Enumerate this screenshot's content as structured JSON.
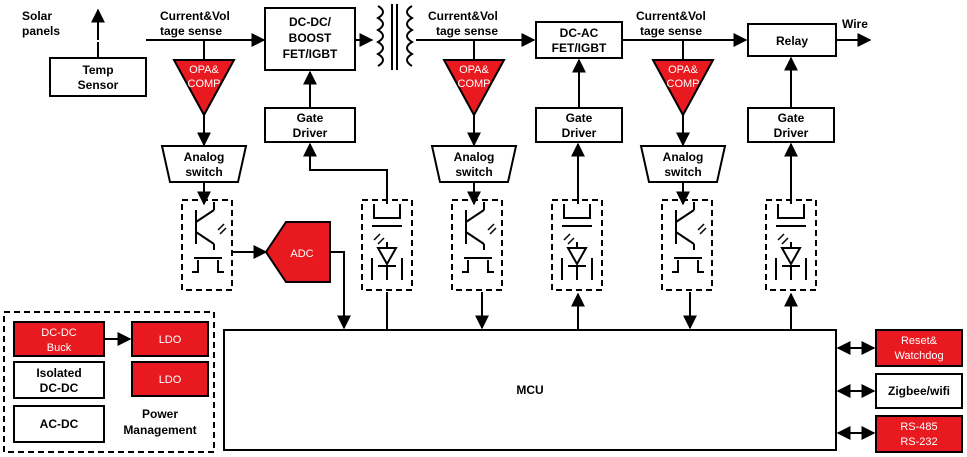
{
  "labels": {
    "solar_panels": [
      "Solar",
      "panels"
    ],
    "temp_sensor": [
      "Temp",
      "Sensor"
    ],
    "sense1": [
      "Current&Vol",
      "tage sense"
    ],
    "sense2": [
      "Current&Vol",
      "tage sense"
    ],
    "sense3": [
      "Current&Vol",
      "tage sense"
    ],
    "dcdc_boost": [
      "DC-DC/",
      "BOOST",
      "FET/IGBT"
    ],
    "dcac": [
      "DC-AC",
      "FET/IGBT"
    ],
    "relay": "Relay",
    "wire": "Wire",
    "opa": [
      "OPA&",
      "COMP"
    ],
    "gate_driver": [
      "Gate",
      "Driver"
    ],
    "analog_switch": [
      "Analog",
      "switch"
    ],
    "adc": "ADC",
    "mcu": "MCU",
    "dcdc_buck": [
      "DC-DC",
      "Buck"
    ],
    "ldo": "LDO",
    "isolated_dcdc": [
      "Isolated",
      "DC-DC"
    ],
    "acdc": "AC-DC",
    "power_mgmt": [
      "Power",
      "Management"
    ],
    "reset_watchdog": [
      "Reset&",
      "Watchdog"
    ],
    "zigbee": "Zigbee/wifi",
    "rs485": [
      "RS-485",
      "RS-232"
    ]
  },
  "colors": {
    "red": "#e8191f",
    "black": "#000000"
  }
}
